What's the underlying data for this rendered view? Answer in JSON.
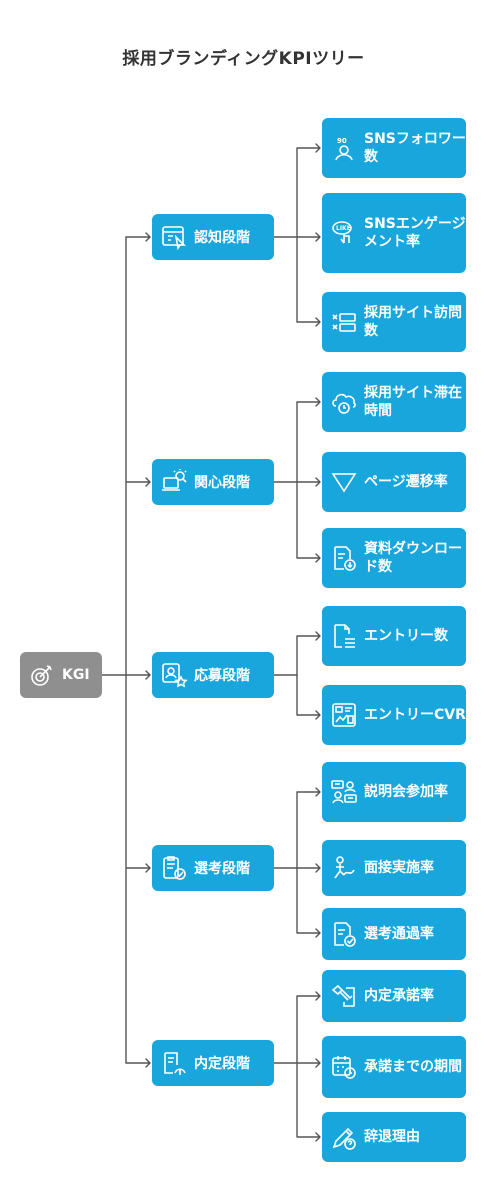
{
  "title": "採用ブランディングKPIツリー",
  "root": {
    "label": "KGI",
    "icon": "target-icon"
  },
  "stages": [
    {
      "label": "認知段階",
      "icon": "web-click-icon",
      "color": "#18a6dc",
      "metrics": [
        {
          "label": "SNSフォロワー数",
          "icon": "follower-icon"
        },
        {
          "label": "SNSエンゲージメント率",
          "icon": "like-tap-icon"
        },
        {
          "label": "採用サイト訪問数",
          "icon": "site-list-icon"
        }
      ]
    },
    {
      "label": "関心段階",
      "icon": "laptop-search-icon",
      "color": "#18a6dc",
      "metrics": [
        {
          "label": "採用サイト滞在時間",
          "icon": "cloud-clock-icon"
        },
        {
          "label": "ページ遷移率",
          "icon": "funnel-icon"
        },
        {
          "label": "資料ダウンロード数",
          "icon": "document-download-icon"
        }
      ]
    },
    {
      "label": "応募段階",
      "icon": "profile-star-icon",
      "color": "#18a6dc",
      "metrics": [
        {
          "label": "エントリー数",
          "icon": "form-icon"
        },
        {
          "label": "エントリーCVR",
          "icon": "dashboard-chart-icon"
        }
      ]
    },
    {
      "label": "選考段階",
      "icon": "clipboard-check-icon",
      "color": "#18a6dc",
      "metrics": [
        {
          "label": "説明会参加率",
          "icon": "people-chat-icon"
        },
        {
          "label": "面接実施率",
          "icon": "person-interview-icon"
        },
        {
          "label": "選考通過率",
          "icon": "document-check-icon"
        }
      ]
    },
    {
      "label": "内定段階",
      "icon": "offer-document-icon",
      "color": "#18a6dc",
      "metrics": [
        {
          "label": "内定承諾率",
          "icon": "handshake-icon"
        },
        {
          "label": "承諾までの期間",
          "icon": "calendar-clock-icon"
        },
        {
          "label": "辞退理由",
          "icon": "pen-question-icon"
        }
      ]
    }
  ]
}
